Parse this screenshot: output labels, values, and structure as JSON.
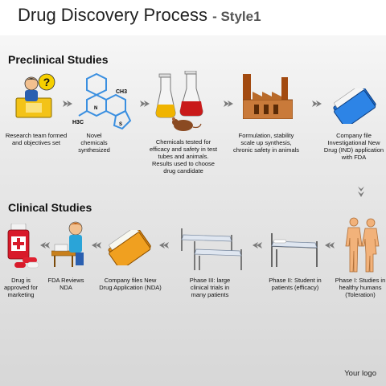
{
  "title": {
    "main": "Drug Discovery Process",
    "style": "- Style1"
  },
  "preclinical": {
    "heading": "Preclinical Studies",
    "steps": [
      {
        "label": "Research team formed and objectives set",
        "icon": "researcher-question-icon"
      },
      {
        "label": "Novel chemicals synthesized",
        "icon": "chemical-structure-icon"
      },
      {
        "label": "Chemicals tested for efficacy and safety in test tubes and animals. Results used to choose drug candidate",
        "icon": "flasks-mouse-icon"
      },
      {
        "label": "Formulation, stability scale up synthesis, chronic safety in animals",
        "icon": "factory-icon"
      },
      {
        "label": "Company file Investigational New Drug (IND) application with FDA",
        "icon": "folder-icon"
      }
    ]
  },
  "clinical": {
    "heading": "Clinical Studies",
    "steps": [
      {
        "label": "Phase I: Studies in healthy humans (Toleration)",
        "icon": "humans-icon"
      },
      {
        "label": "Phase II: Student in patients (efficacy)",
        "icon": "hospital-bed-icon"
      },
      {
        "label": "Phase III: large clinical trials in many patients",
        "icon": "hospital-beds-icon"
      },
      {
        "label": "Company files New Drug Application (NDA)",
        "icon": "folder-icon"
      },
      {
        "label": "FDA Reviews NDA",
        "icon": "reviewer-desk-icon"
      },
      {
        "label": "Drug is approved for marketing",
        "icon": "medicine-bottle-icon"
      }
    ]
  },
  "chemical_labels": {
    "methyl": "CH3",
    "h3c": "H3C",
    "n": "N",
    "s": "S"
  },
  "logo": "Your logo",
  "colors": {
    "arrow": "#7a7a7a",
    "folder": "#1e6fd0",
    "folder2": "#f0a020",
    "skin": "#f2b27a"
  }
}
